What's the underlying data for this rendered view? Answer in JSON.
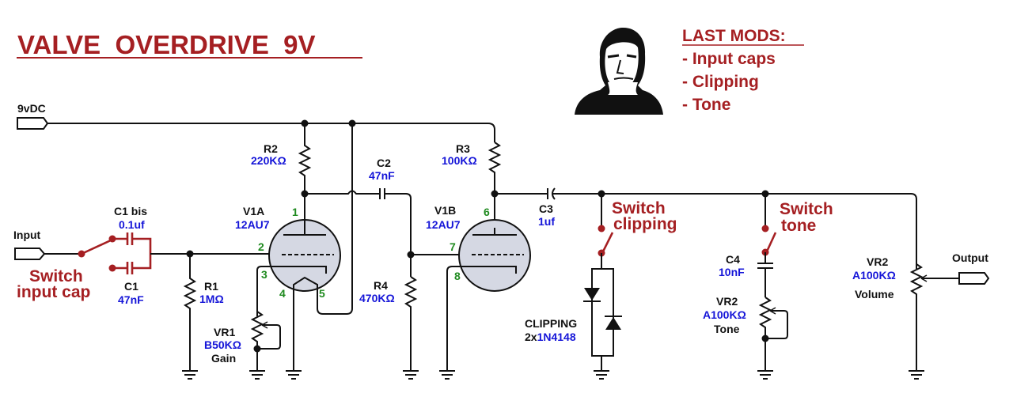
{
  "title": "VALVE  OVERDRIVE  9V",
  "colors": {
    "accent_red": "#a51f22",
    "value_blue": "#1515d8",
    "pin_green": "#1f8a1f",
    "tube_fill": "#d5d8e3"
  },
  "mods": {
    "heading": "LAST MODS:",
    "items": [
      "- Input caps",
      "- Clipping",
      "- Tone"
    ]
  },
  "portrait": {
    "icon": "author-portrait"
  },
  "ports": {
    "power": "9vDC",
    "input": "Input",
    "output": "Output"
  },
  "components": {
    "c1bis": {
      "ref": "C1 bis",
      "value": "0.1uf"
    },
    "c1": {
      "ref": "C1",
      "value": "47nF"
    },
    "r1": {
      "ref": "R1",
      "value": "1MΩ"
    },
    "r2": {
      "ref": "R2",
      "value": "220KΩ"
    },
    "c2": {
      "ref": "C2",
      "value": "47nF"
    },
    "r3": {
      "ref": "R3",
      "value": "100KΩ"
    },
    "r4": {
      "ref": "R4",
      "value": "470KΩ"
    },
    "c3": {
      "ref": "C3",
      "value": "1uf"
    },
    "v1a": {
      "ref": "V1A",
      "value": "12AU7",
      "pins": [
        "1",
        "2",
        "3",
        "4",
        "5"
      ]
    },
    "v1b": {
      "ref": "V1B",
      "value": "12AU7",
      "pins": [
        "6",
        "7",
        "8"
      ]
    },
    "vr1": {
      "ref": "VR1",
      "value": "B50KΩ",
      "name": "Gain"
    },
    "c4": {
      "ref": "C4",
      "value": "10nF"
    },
    "vr2_tone": {
      "ref": "VR2",
      "value": "A100KΩ",
      "name": "Tone"
    },
    "vr2_volume": {
      "ref": "VR2",
      "value": "A100KΩ",
      "name": "Volume"
    },
    "clipping": {
      "ref": "CLIPPING",
      "prefix": "2x",
      "value": "1N4148"
    }
  },
  "switches": {
    "input_cap": [
      "Switch",
      "input cap"
    ],
    "clipping": [
      "Switch",
      "clipping"
    ],
    "tone": [
      "Switch",
      "tone"
    ]
  }
}
